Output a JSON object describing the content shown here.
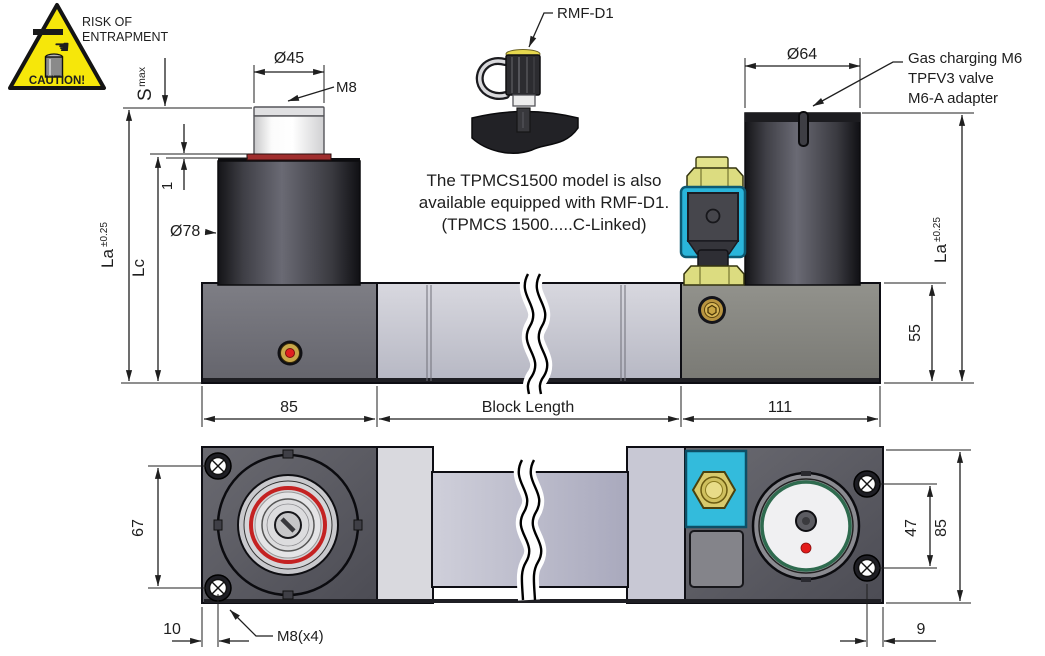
{
  "caution_sign": {
    "risk_line1": "RISK OF",
    "risk_line2": "ENTRAPMENT",
    "caution_label": "CAUTION!"
  },
  "note": {
    "line1": "The TPMCS1500 model is also",
    "line2": "available equipped with RMF-D1.",
    "line3": "(TPMCS 1500.....C-Linked)"
  },
  "callouts": {
    "rmf_d1": "RMF-D1",
    "m8": "M8",
    "gas_line1": "Gas charging M6",
    "gas_line2": "TPFV3 valve",
    "gas_line3": "M6-A adapter",
    "m8x4": "M8(x4)"
  },
  "side_view": {
    "rod_diameter": "Ø45",
    "cylinder_diameter": "Ø78",
    "right_cylinder_diameter": "Ø64",
    "stroke": "S",
    "stroke_sub": "max",
    "la": "La",
    "la_tolerance": "±0.25",
    "lc": "Lc",
    "rod_protrusion": "1",
    "left_block_width": "85",
    "block_length_label": "Block Length",
    "right_block_width": "111",
    "right_block_height": "55"
  },
  "bottom_view": {
    "hole_spacing_left": "67",
    "edge_offset_left": "10",
    "hole_spacing_right": "47",
    "overall_height": "85",
    "edge_offset_right": "9"
  },
  "colors": {
    "accent_cyan": "#2ab5da",
    "warning_yellow": "#f6e70a",
    "seal_red": "#c42222",
    "brass": "#c9a84a"
  }
}
